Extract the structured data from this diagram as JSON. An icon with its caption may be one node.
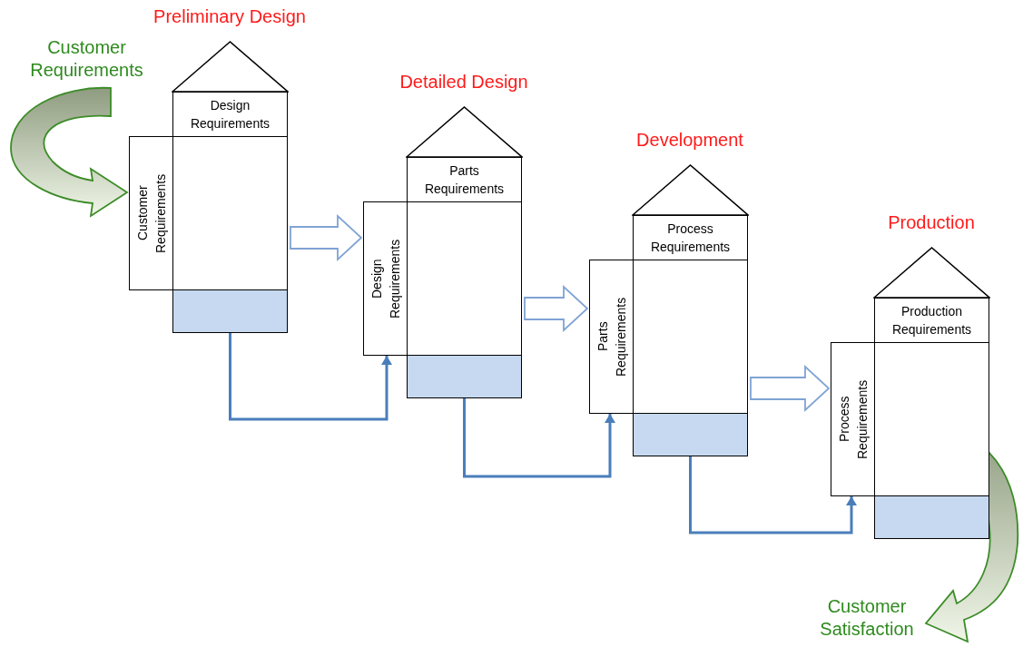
{
  "diagram": {
    "nodes": [
      {
        "text": [
          "Preliminary Design"
        ]
      },
      {
        "text": [
          "Design Requirements"
        ]
      },
      {
        "text": [
          "Customer Requirements"
        ]
      },
      {
        "text": [],
        "shape": "box"
      },
      {
        "text": [],
        "shape": "bar"
      },
      {
        "text": [
          "Detailed Design"
        ]
      },
      {
        "text": [
          "Parts Requirements"
        ]
      },
      {
        "text": [
          "Design Requirements"
        ]
      },
      {
        "text": [],
        "shape": "box"
      },
      {
        "text": [],
        "shape": "bar"
      },
      {
        "text": [
          "Development"
        ]
      },
      {
        "text": [
          "Process Requirements"
        ]
      },
      {
        "text": [
          "Parts Requirements"
        ]
      },
      {
        "text": [],
        "shape": "box"
      },
      {
        "text": [],
        "shape": "bar"
      },
      {
        "text": [
          "Production"
        ]
      },
      {
        "text": [
          "Production Requirements"
        ]
      },
      {
        "text": [
          "Process Requirements"
        ]
      },
      {
        "text": [],
        "shape": "box"
      },
      {
        "text": [],
        "shape": "bar"
      },
      {
        "text": [
          "Customer Requirements"
        ]
      },
      {
        "text": [
          "Customer Satisfaction"
        ]
      }
    ],
    "edges": [
      {
        "from": 20,
        "to": 2,
        "arrow": "to",
        "style": "thick",
        "color": "#3c8c28"
      },
      {
        "from": 3,
        "to": 7,
        "arrow": "to",
        "style": "thick",
        "color": "#7fa3d3"
      },
      {
        "from": 4,
        "to": 7,
        "arrow": "to",
        "color": "#4a7ebb"
      },
      {
        "from": 8,
        "to": 12,
        "arrow": "to",
        "style": "thick",
        "color": "#7fa3d3"
      },
      {
        "from": 9,
        "to": 12,
        "arrow": "to",
        "color": "#4a7ebb"
      },
      {
        "from": 13,
        "to": 17,
        "arrow": "to",
        "style": "thick",
        "color": "#7fa3d3"
      },
      {
        "from": 14,
        "to": 17,
        "arrow": "to",
        "color": "#4a7ebb"
      },
      {
        "from": 18,
        "to": 21,
        "arrow": "to",
        "style": "thick",
        "color": "#3c8c28"
      }
    ]
  }
}
